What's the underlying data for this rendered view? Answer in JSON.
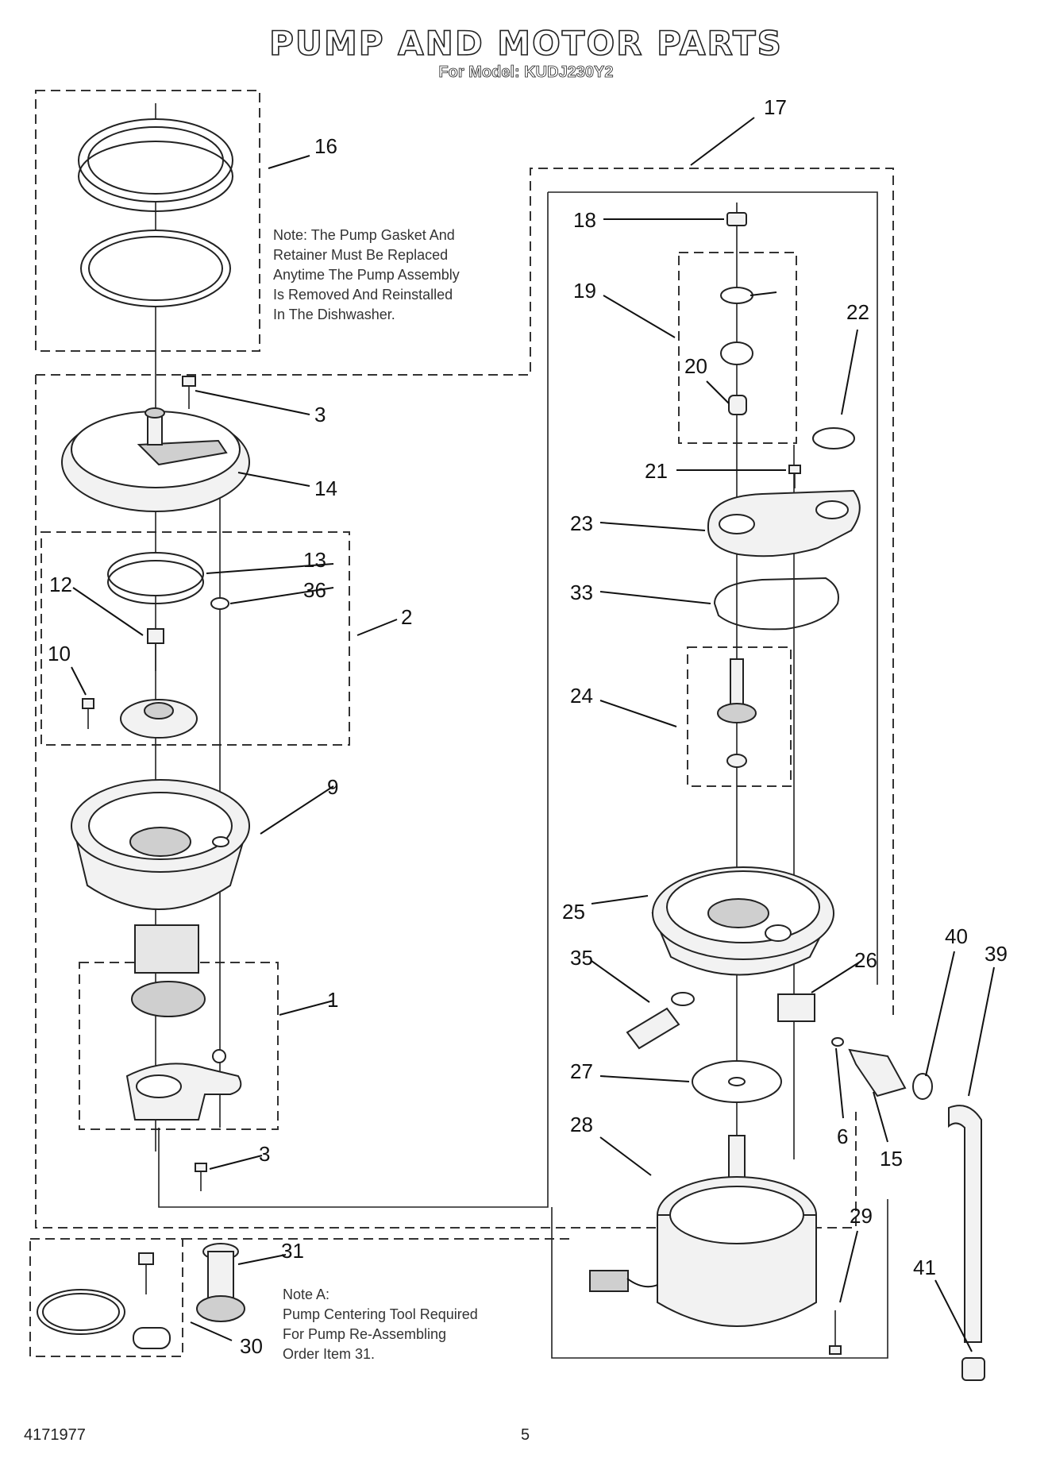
{
  "header": {
    "title": "PUMP AND MOTOR PARTS",
    "subtitle": "For Model: KUDJ230Y2"
  },
  "notes": {
    "gasket": "Note: The Pump Gasket And\nRetainer Must Be Replaced\nAnytime The Pump Assembly\nIs Removed And Reinstalled\nIn The Dishwasher.",
    "note_a": "Note A:\nPump Centering Tool Required\nFor Pump Re-Assembling\nOrder Item 31."
  },
  "callouts": {
    "c16": "16",
    "c3a": "3",
    "c14": "14",
    "c13": "13",
    "c36": "36",
    "c12": "12",
    "c2": "2",
    "c10": "10",
    "c9": "9",
    "c1": "1",
    "c3b": "3",
    "c31": "31",
    "c30": "30",
    "c17": "17",
    "c18": "18",
    "c19": "19",
    "c20": "20",
    "c22": "22",
    "c21": "21",
    "c23": "23",
    "c33": "33",
    "c24": "24",
    "c25": "25",
    "c35": "35",
    "c26": "26",
    "c40": "40",
    "c39": "39",
    "c27": "27",
    "c6": "6",
    "c15": "15",
    "c28": "28",
    "c29": "29",
    "c41": "41"
  },
  "footer": {
    "doc_number": "4171977",
    "page_number": "5"
  }
}
